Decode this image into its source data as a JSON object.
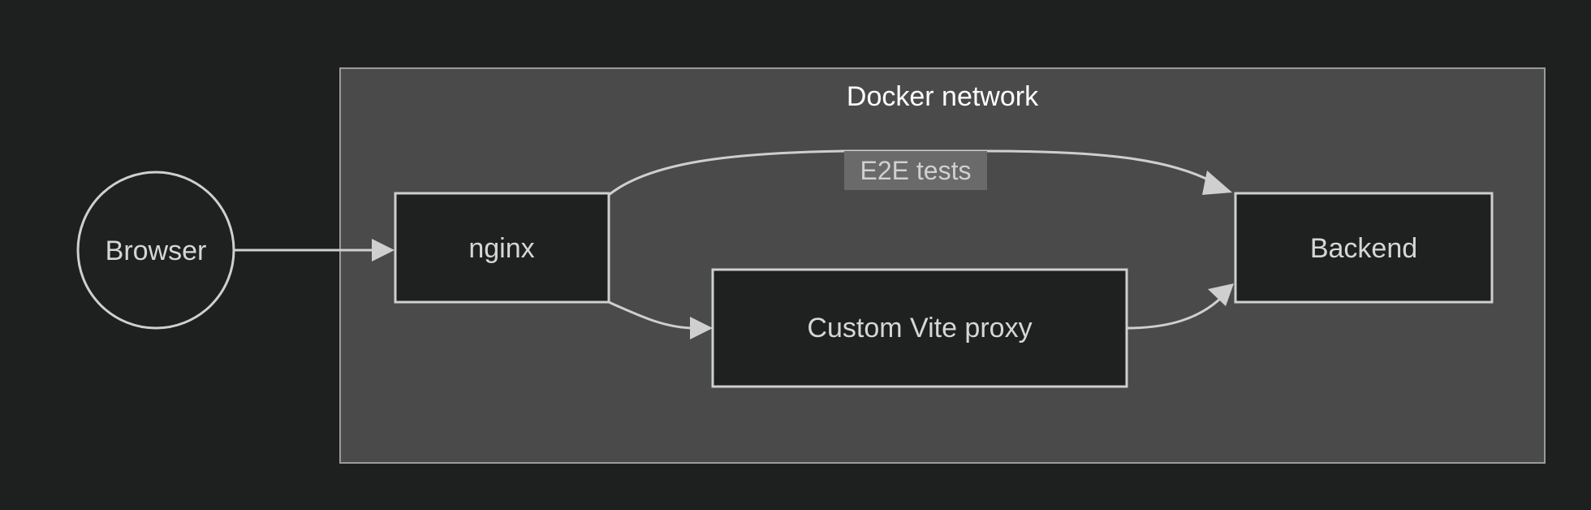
{
  "diagram": {
    "type": "flowchart",
    "background_color": "#1e1f1f",
    "cluster": {
      "title": "Docker network",
      "fill_color": "#4a4a4a",
      "border_color": "#9a9a9a"
    },
    "nodes": [
      {
        "id": "browser",
        "label": "Browser",
        "shape": "circle",
        "inside_cluster": false
      },
      {
        "id": "nginx",
        "label": "nginx",
        "shape": "rect",
        "inside_cluster": true
      },
      {
        "id": "vite",
        "label": "Custom Vite proxy",
        "shape": "rect",
        "inside_cluster": true
      },
      {
        "id": "backend",
        "label": "Backend",
        "shape": "rect",
        "inside_cluster": true
      }
    ],
    "edges": [
      {
        "id": "browser-nginx",
        "from": "browser",
        "to": "nginx",
        "label": "",
        "arrow": "triangle"
      },
      {
        "id": "nginx-backend",
        "from": "nginx",
        "to": "backend",
        "label": "E2E tests",
        "arrow": "triangle"
      },
      {
        "id": "nginx-vite",
        "from": "nginx",
        "to": "vite",
        "label": "",
        "arrow": "triangle"
      },
      {
        "id": "vite-backend",
        "from": "vite",
        "to": "backend",
        "label": "",
        "arrow": "triangle"
      }
    ],
    "node_style": {
      "fill_color": "#1f2020",
      "stroke_color": "#cfcfcf",
      "text_color": "#d6d6d6"
    },
    "edge_style": {
      "stroke_color": "#cfcfcf",
      "label_bg_color": "#6a6a6a",
      "label_text_color": "#d0d0d0"
    }
  }
}
